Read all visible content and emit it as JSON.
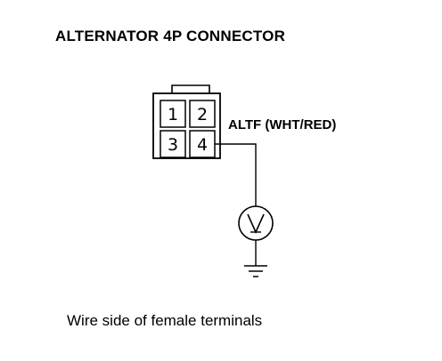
{
  "title": "ALTERNATOR 4P CONNECTOR",
  "connector": {
    "pins": [
      "1",
      "2",
      "3",
      "4"
    ]
  },
  "wire_label": "ALTF (WHT/RED)",
  "meter_symbol": "voltmeter-icon",
  "ground_symbol": "ground-icon",
  "caption": "Wire side of female terminals"
}
